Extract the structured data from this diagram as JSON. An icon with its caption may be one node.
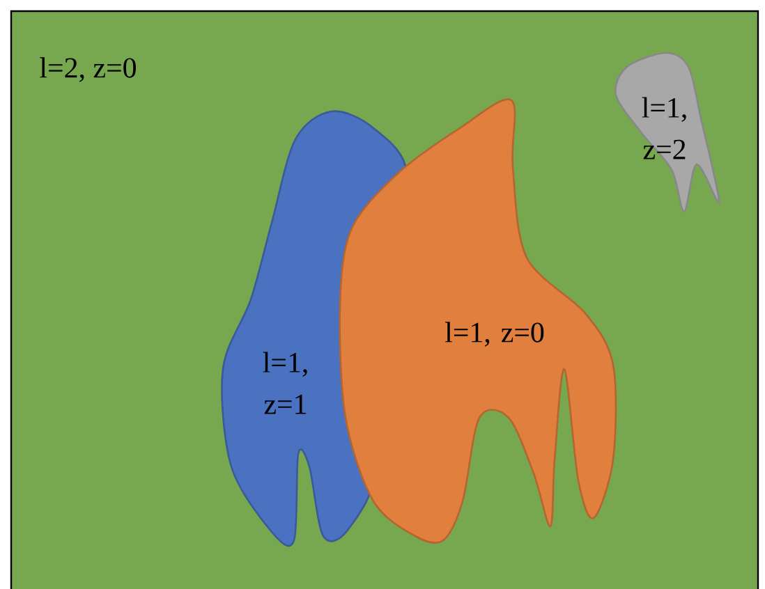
{
  "diagram": {
    "nodes": [
      {
        "text": [
          "l=2, z=0"
        ]
      },
      {
        "text": [
          "l=1, z=1"
        ],
        "in": 0
      },
      {
        "text": [
          "l=1, z=0"
        ],
        "in": 0
      },
      {
        "text": [
          "l=1, z=2"
        ],
        "in": 0
      }
    ]
  }
}
